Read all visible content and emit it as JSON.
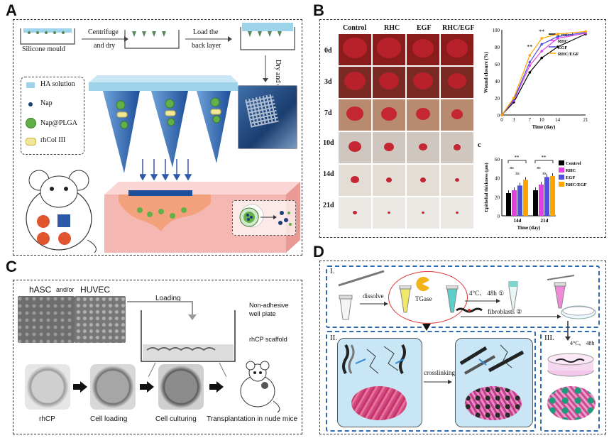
{
  "panels": {
    "a": "A",
    "b": "B",
    "c": "C",
    "d": "D"
  },
  "panel_a": {
    "silicone": "Silicone mould",
    "centrifuge": "Centrifuge",
    "and_dry": "and dry",
    "load_the": "Load the",
    "back_layer": "back layer",
    "dry_demould": "Dry and demould",
    "legend": [
      "HA solution",
      "Nap",
      "Nap@PLGA",
      "rhCol III"
    ]
  },
  "panel_b": {
    "columns": [
      "Control",
      "RHC",
      "EGF",
      "RHC/EGF"
    ],
    "rows": [
      "0d",
      "3d",
      "7d",
      "10d",
      "14d",
      "21d"
    ],
    "c_label": "c"
  },
  "panel_c": {
    "hasc": "hASC",
    "andor": "and/or",
    "huvec": "HUVEC",
    "loading": "Loading",
    "nonadh1": "Non-adhesive",
    "nonadh2": "well plate",
    "scaffold": "rhCP scaffold",
    "steps": [
      "rhCP",
      "Cell loading",
      "Cell culturing",
      "Transplantation in nude mice"
    ]
  },
  "panel_d": {
    "s1": "I.",
    "s2": "II.",
    "s3": "III.",
    "dissolve": "dissolve",
    "tgase": "TGase",
    "cond1": "4°C、 48h ①",
    "fibro": "fibroblasts ②",
    "cond2": "4°C、 48h",
    "crosslink": "crosslinking"
  },
  "chart_data": [
    {
      "type": "line",
      "ylabel": "Wound closure (%)",
      "xlabel": "Time (day)",
      "x": [
        0,
        3,
        7,
        10,
        14,
        21
      ],
      "ylim": [
        0,
        100
      ],
      "yticks": [
        0,
        20,
        40,
        60,
        80,
        100
      ],
      "legend_position": "top-right",
      "annotations": [
        "**",
        "**"
      ],
      "series": [
        {
          "name": "Control",
          "color": "#000000",
          "values": [
            0,
            15,
            50,
            67,
            80,
            95
          ]
        },
        {
          "name": "RHC",
          "color": "#e040e0",
          "values": [
            0,
            17,
            58,
            75,
            90,
            96
          ]
        },
        {
          "name": "EGF",
          "color": "#5050e0",
          "values": [
            0,
            18,
            62,
            83,
            92,
            97
          ]
        },
        {
          "name": "RHC/EGF",
          "color": "#ffa500",
          "values": [
            0,
            20,
            70,
            90,
            95,
            98
          ]
        }
      ]
    },
    {
      "type": "bar",
      "ylabel": "Epithelial thickness (μm)",
      "xlabel": "Time (day)",
      "categories": [
        "14d",
        "21d"
      ],
      "ylim": [
        0,
        60
      ],
      "yticks": [
        0,
        20,
        40,
        60
      ],
      "legend_position": "right",
      "annotations": [
        "**",
        "ns",
        "ns",
        "**",
        "ns",
        "ns"
      ],
      "series": [
        {
          "name": "Control",
          "color": "#000000",
          "values": [
            24,
            27
          ]
        },
        {
          "name": "RHC",
          "color": "#e040e0",
          "values": [
            27,
            33
          ]
        },
        {
          "name": "EGF",
          "color": "#5050e0",
          "values": [
            32,
            41
          ]
        },
        {
          "name": "RHC/EGF",
          "color": "#ffa500",
          "values": [
            38,
            42
          ]
        }
      ]
    }
  ]
}
